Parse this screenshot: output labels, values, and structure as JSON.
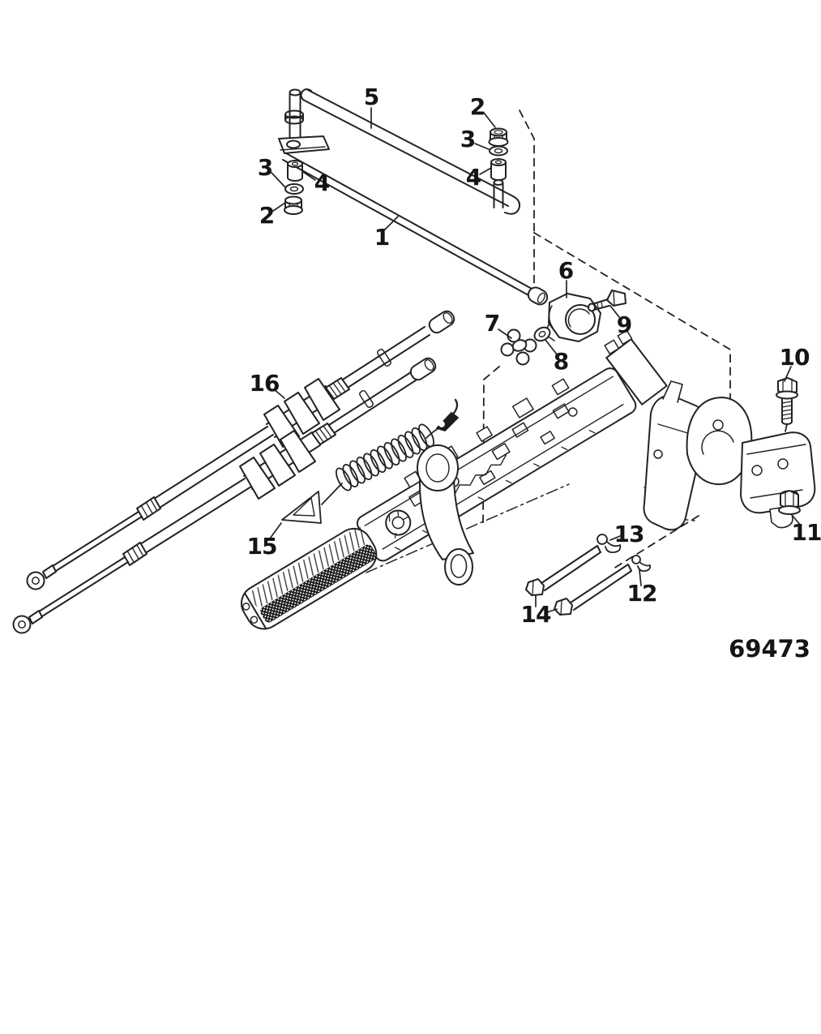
{
  "diagram": {
    "drawing_number": "69473",
    "background_color": "#ffffff",
    "line_color": "#232323",
    "label_color": "#151515",
    "callouts": {
      "c1": "1",
      "c2_left": "2",
      "c2_right": "2",
      "c3_left": "3",
      "c3_right": "3",
      "c4_left": "4",
      "c4_right": "4",
      "c5": "5",
      "c6": "6",
      "c7": "7",
      "c8": "8",
      "c9": "9",
      "c10": "10",
      "c11": "11",
      "c12": "12",
      "c13": "13",
      "c14": "14",
      "c15": "15",
      "c16": "16"
    }
  }
}
